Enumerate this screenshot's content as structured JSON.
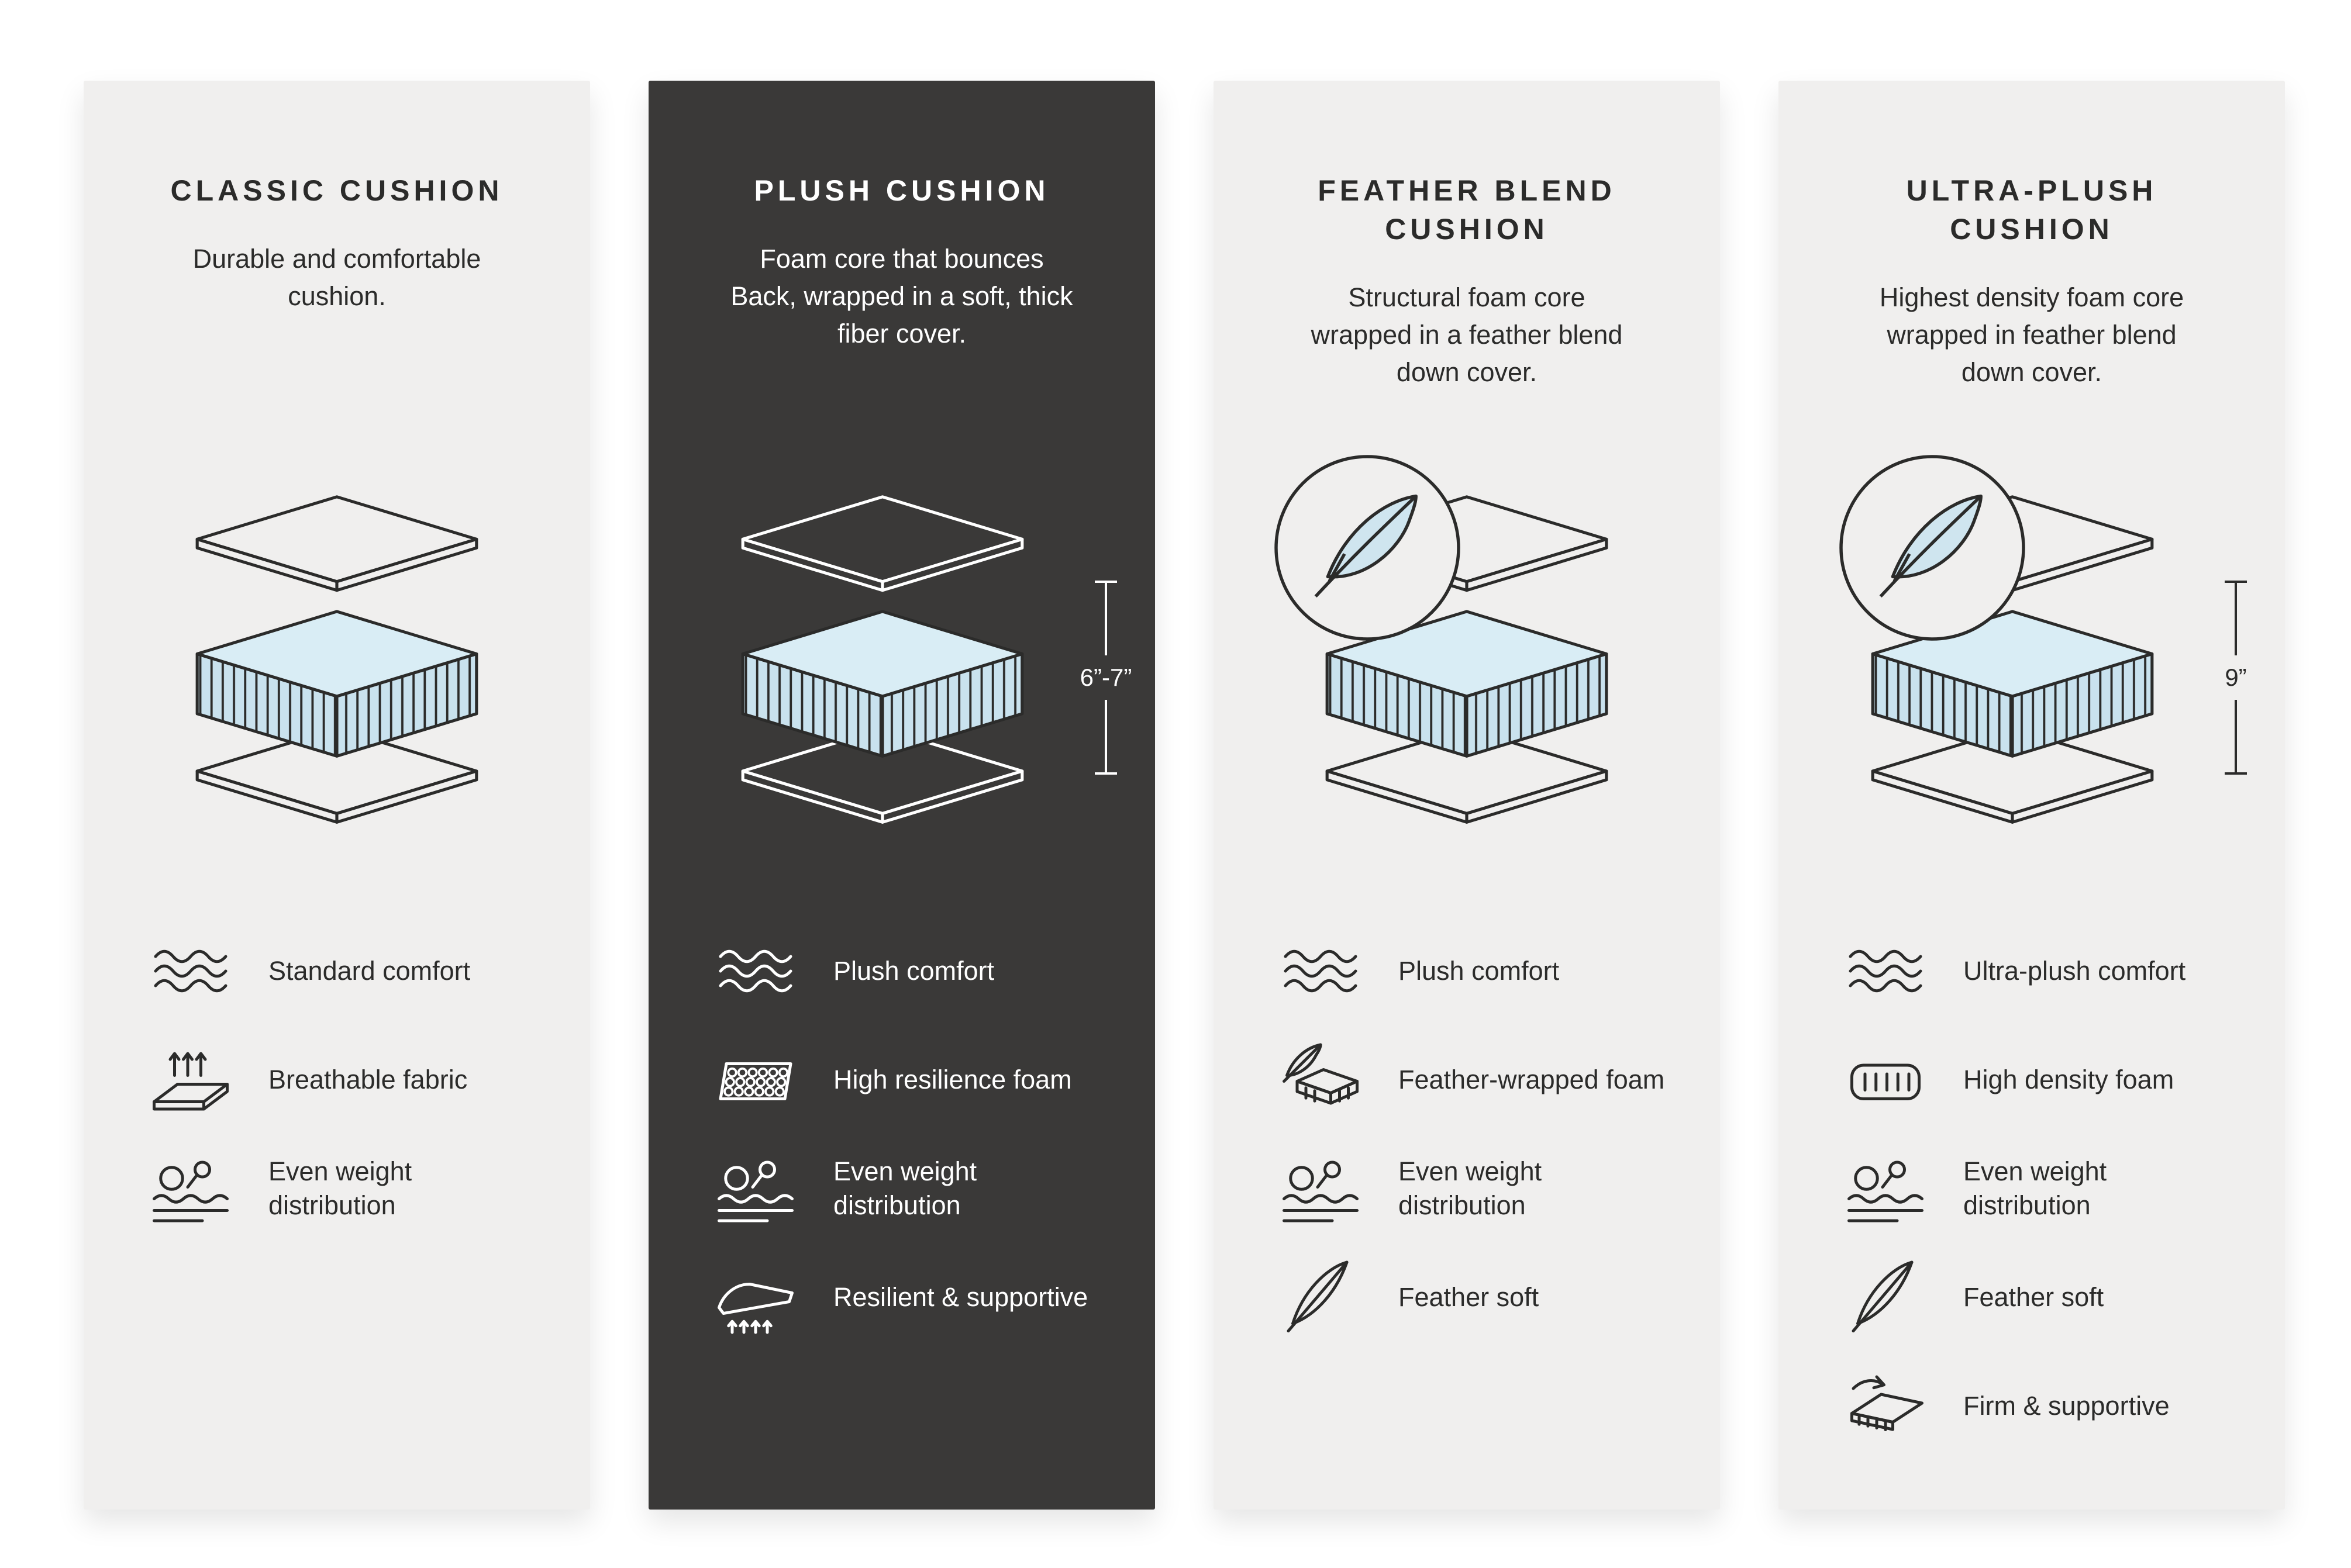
{
  "colors": {
    "card_light": "#f0efee",
    "card_dark": "#3a3938",
    "foam_blue": "#c9e2ee",
    "foam_blue_top": "#d9edf5",
    "outline_dark": "#2b2b2a",
    "text_light": "#ffffff"
  },
  "cards": [
    {
      "title": "CLASSIC CUSHION",
      "description": "Durable and comfortable cushion.",
      "theme": "light",
      "diagram": {
        "type": "layered-cushion",
        "feather_badge": false,
        "measurement": ""
      },
      "features": [
        {
          "icon": "waves-icon",
          "label": "Standard comfort"
        },
        {
          "icon": "breathable-fabric-icon",
          "label": "Breathable fabric"
        },
        {
          "icon": "weight-distribution-icon",
          "label": "Even weight distribution"
        }
      ]
    },
    {
      "title": "PLUSH CUSHION",
      "description": "Foam core that bounces Back, wrapped in a soft, thick fiber cover.",
      "theme": "dark",
      "diagram": {
        "type": "layered-cushion",
        "feather_badge": false,
        "measurement": "6”-7”"
      },
      "features": [
        {
          "icon": "waves-icon",
          "label": "Plush comfort"
        },
        {
          "icon": "honeycomb-foam-icon",
          "label": "High resilience foam"
        },
        {
          "icon": "weight-distribution-icon",
          "label": "Even weight distribution"
        },
        {
          "icon": "resilient-supportive-icon",
          "label": "Resilient & supportive"
        }
      ]
    },
    {
      "title": "FEATHER BLEND CUSHION",
      "description": "Structural foam core wrapped in a feather blend down cover.",
      "theme": "light",
      "diagram": {
        "type": "layered-cushion",
        "feather_badge": true,
        "measurement": ""
      },
      "features": [
        {
          "icon": "waves-icon",
          "label": "Plush comfort"
        },
        {
          "icon": "feather-wrapped-foam-icon",
          "label": "Feather-wrapped foam"
        },
        {
          "icon": "weight-distribution-icon",
          "label": "Even weight distribution"
        },
        {
          "icon": "feather-icon",
          "label": "Feather soft"
        }
      ]
    },
    {
      "title": "ULTRA-PLUSH CUSHION",
      "description": "Highest density foam core wrapped in feather blend down cover.",
      "theme": "light",
      "diagram": {
        "type": "layered-cushion",
        "feather_badge": true,
        "measurement": "9”"
      },
      "features": [
        {
          "icon": "waves-icon",
          "label": "Ultra-plush comfort"
        },
        {
          "icon": "high-density-foam-icon",
          "label": "High density foam"
        },
        {
          "icon": "weight-distribution-icon",
          "label": "Even weight distribution"
        },
        {
          "icon": "feather-icon",
          "label": "Feather soft"
        },
        {
          "icon": "firm-supportive-icon",
          "label": "Firm & supportive"
        }
      ]
    }
  ]
}
